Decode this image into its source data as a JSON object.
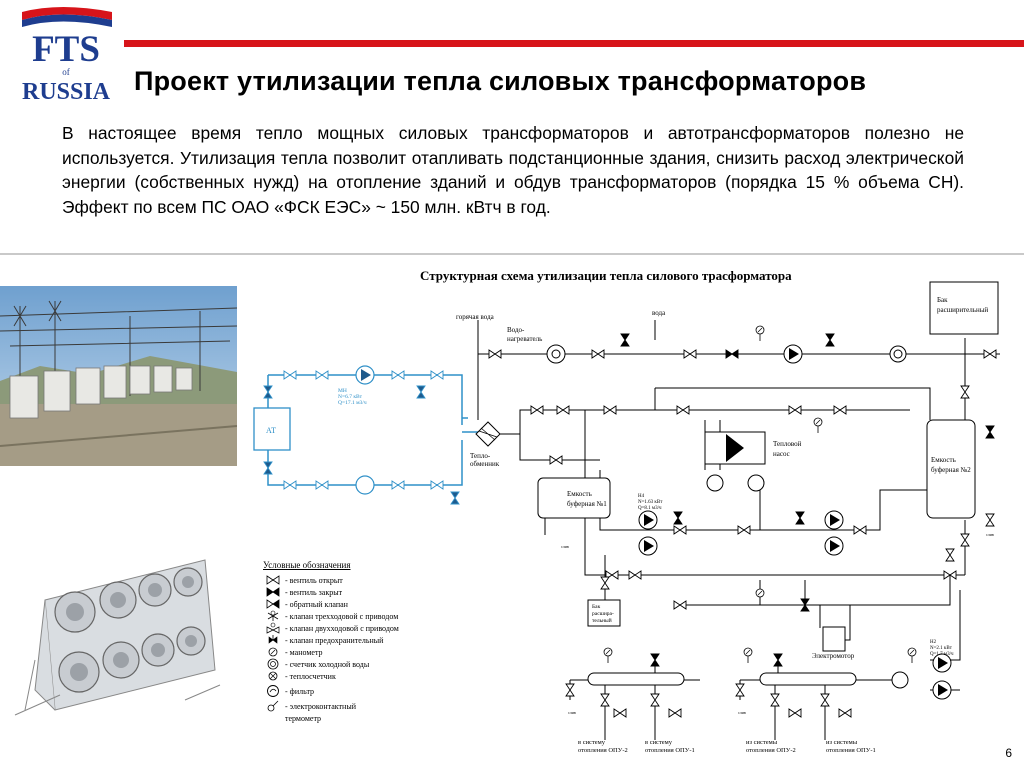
{
  "logo": {
    "line1": "FTS",
    "line2": "of",
    "line3": "RUSSIA"
  },
  "colors": {
    "accent_red": "#d7141a",
    "logo_blue": "#1e3d8f",
    "diagram_blue": "#2f90c8"
  },
  "title": "Проект утилизации тепла силовых трансформаторов",
  "body": "В настоящее время тепло мощных силовых трансформаторов и автотрансформаторов полезно не используется. Утилизация тепла позволит отапливать подстанционные здания, снизить расход электрической энергии (собственных нужд) на отопление зданий и обдув трансформаторов (порядка 15 % объема СН). Эффект по всем ПС ОАО «ФСК ЕЭС» ~ 150 млн. кВтч в год.",
  "diagram": {
    "title": "Структурная схема утилизации тепла силового трасформатора",
    "labels": {
      "hot_water": "горячая вода",
      "water": "вода",
      "heater_1": "Водо-",
      "heater_2": "нагреватель",
      "expansion_tank_1": "Бак",
      "expansion_tank_2": "расширительный",
      "heat_exchanger_1": "Тепло-",
      "heat_exchanger_2": "обменник",
      "heat_pump_1": "Тепловой",
      "heat_pump_2": "насос",
      "buffer1_1": "Емкость",
      "buffer1_2": "буферная №1",
      "buffer2_1": "Емкость",
      "buffer2_2": "буферная №2",
      "exp_tank_small_1": "Бак",
      "exp_tank_small_2": "расшира-",
      "exp_tank_small_3": "тельный",
      "electromotor": "Электромотор",
      "at": "АТ",
      "to_opu2_1": "в систему",
      "to_opu2_2": "отопления ОПУ-2",
      "to_opu1_1": "в систему",
      "to_opu1_2": "отопления ОПУ-1",
      "from_opu2_1": "из системы",
      "from_opu2_2": "отопления ОПУ-2",
      "from_opu1_1": "из системы",
      "from_opu1_2": "отопления ОПУ-1"
    },
    "pump_specs": {
      "mn_1": "МН",
      "mn_2": "N=6.7 кВт",
      "mn_3": "Q=17.1 м3/ч",
      "n4_1": "Н4",
      "n4_2": "N=1.63 кВт",
      "n4_3": "Q=8.1 м3/ч",
      "n2_1": "Н2",
      "n2_2": "N=2.1 кВт",
      "n2_3": "Q=1.7 м3/ч"
    }
  },
  "legend": {
    "title": "Условные обозначения",
    "items": [
      "- вентиль открыт",
      "- вентиль закрыт",
      "- обратный клапан",
      "- клапан трехходовой с приводом",
      "- клапан двухходовой с приводом",
      "- клапан предохранительный",
      "- манометр",
      "- счетчик холодной воды",
      "- теплосчетчик",
      "- фильтр",
      "- электроконтактный",
      "термометр"
    ]
  },
  "page_number": "6"
}
